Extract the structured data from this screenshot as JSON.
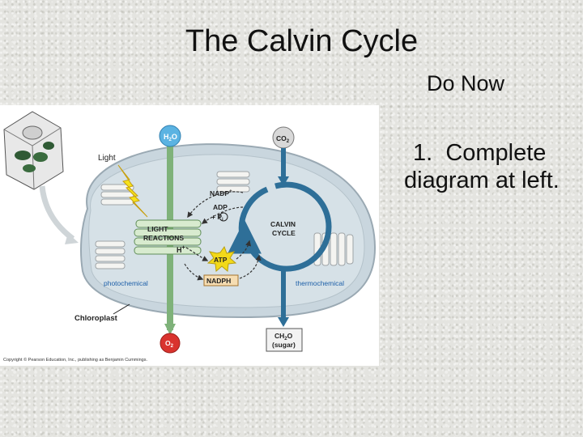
{
  "slide": {
    "title": "The Calvin Cycle",
    "do_now_heading": "Do Now",
    "task_number": "1.",
    "task_line1": "Complete",
    "task_line2": "diagram at left."
  },
  "diagram": {
    "light": "Light",
    "chloroplast": "Chloroplast",
    "h2o": "H",
    "h2o_sub": "2",
    "h2o_end": "O",
    "co2": "CO",
    "co2_sub": "2",
    "o2": "O",
    "o2_sub": "2",
    "ch2o_a": "CH",
    "ch2o_sub": "2",
    "ch2o_b": "O",
    "sugar": "(sugar)",
    "nadp": "NADP",
    "nadp_sup": "+",
    "adp": "ADP",
    "pi": "+ P",
    "pi_sub": "i",
    "light_reactions_1": "LIGHT",
    "light_reactions_2": "REACTIONS",
    "hplus": "H",
    "hplus_sup": "+",
    "atp": "ATP",
    "nadph": "NADPH",
    "calvin_1": "CALVIN",
    "calvin_2": "CYCLE",
    "photochemical": "photochemical",
    "thermochemical": "thermochemical",
    "copyright": "Copyright © Pearson Education, Inc., publishing as Benjamin Cummings.",
    "colors": {
      "background": "#e4e4e0",
      "chloroplast_fill": "#c9d6de",
      "blue_arrow": "#2e6f98",
      "green_arrow": "#7fb27a",
      "h2o_circle": "#5bb3e2",
      "co2_circle": "#d8d8d8",
      "o2_circle": "#d9332e",
      "atp_star": "#f2d91a",
      "label_blue": "#1d5fa8"
    }
  }
}
